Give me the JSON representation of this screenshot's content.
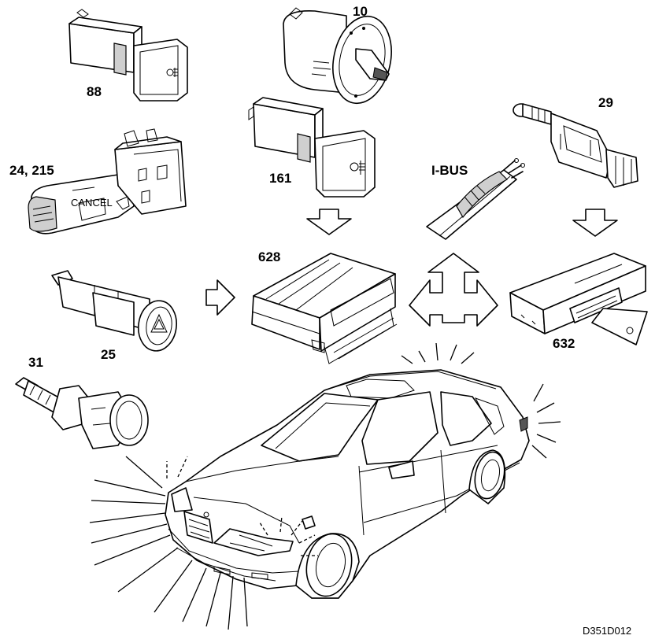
{
  "labels": {
    "c88": "88",
    "c10": "10",
    "c161": "161",
    "c29": "29",
    "c24_215": "24, 215",
    "c628": "628",
    "c25": "25",
    "c31": "31",
    "c632": "632",
    "ibus": "I-BUS"
  },
  "reference_code": "D351D012"
}
